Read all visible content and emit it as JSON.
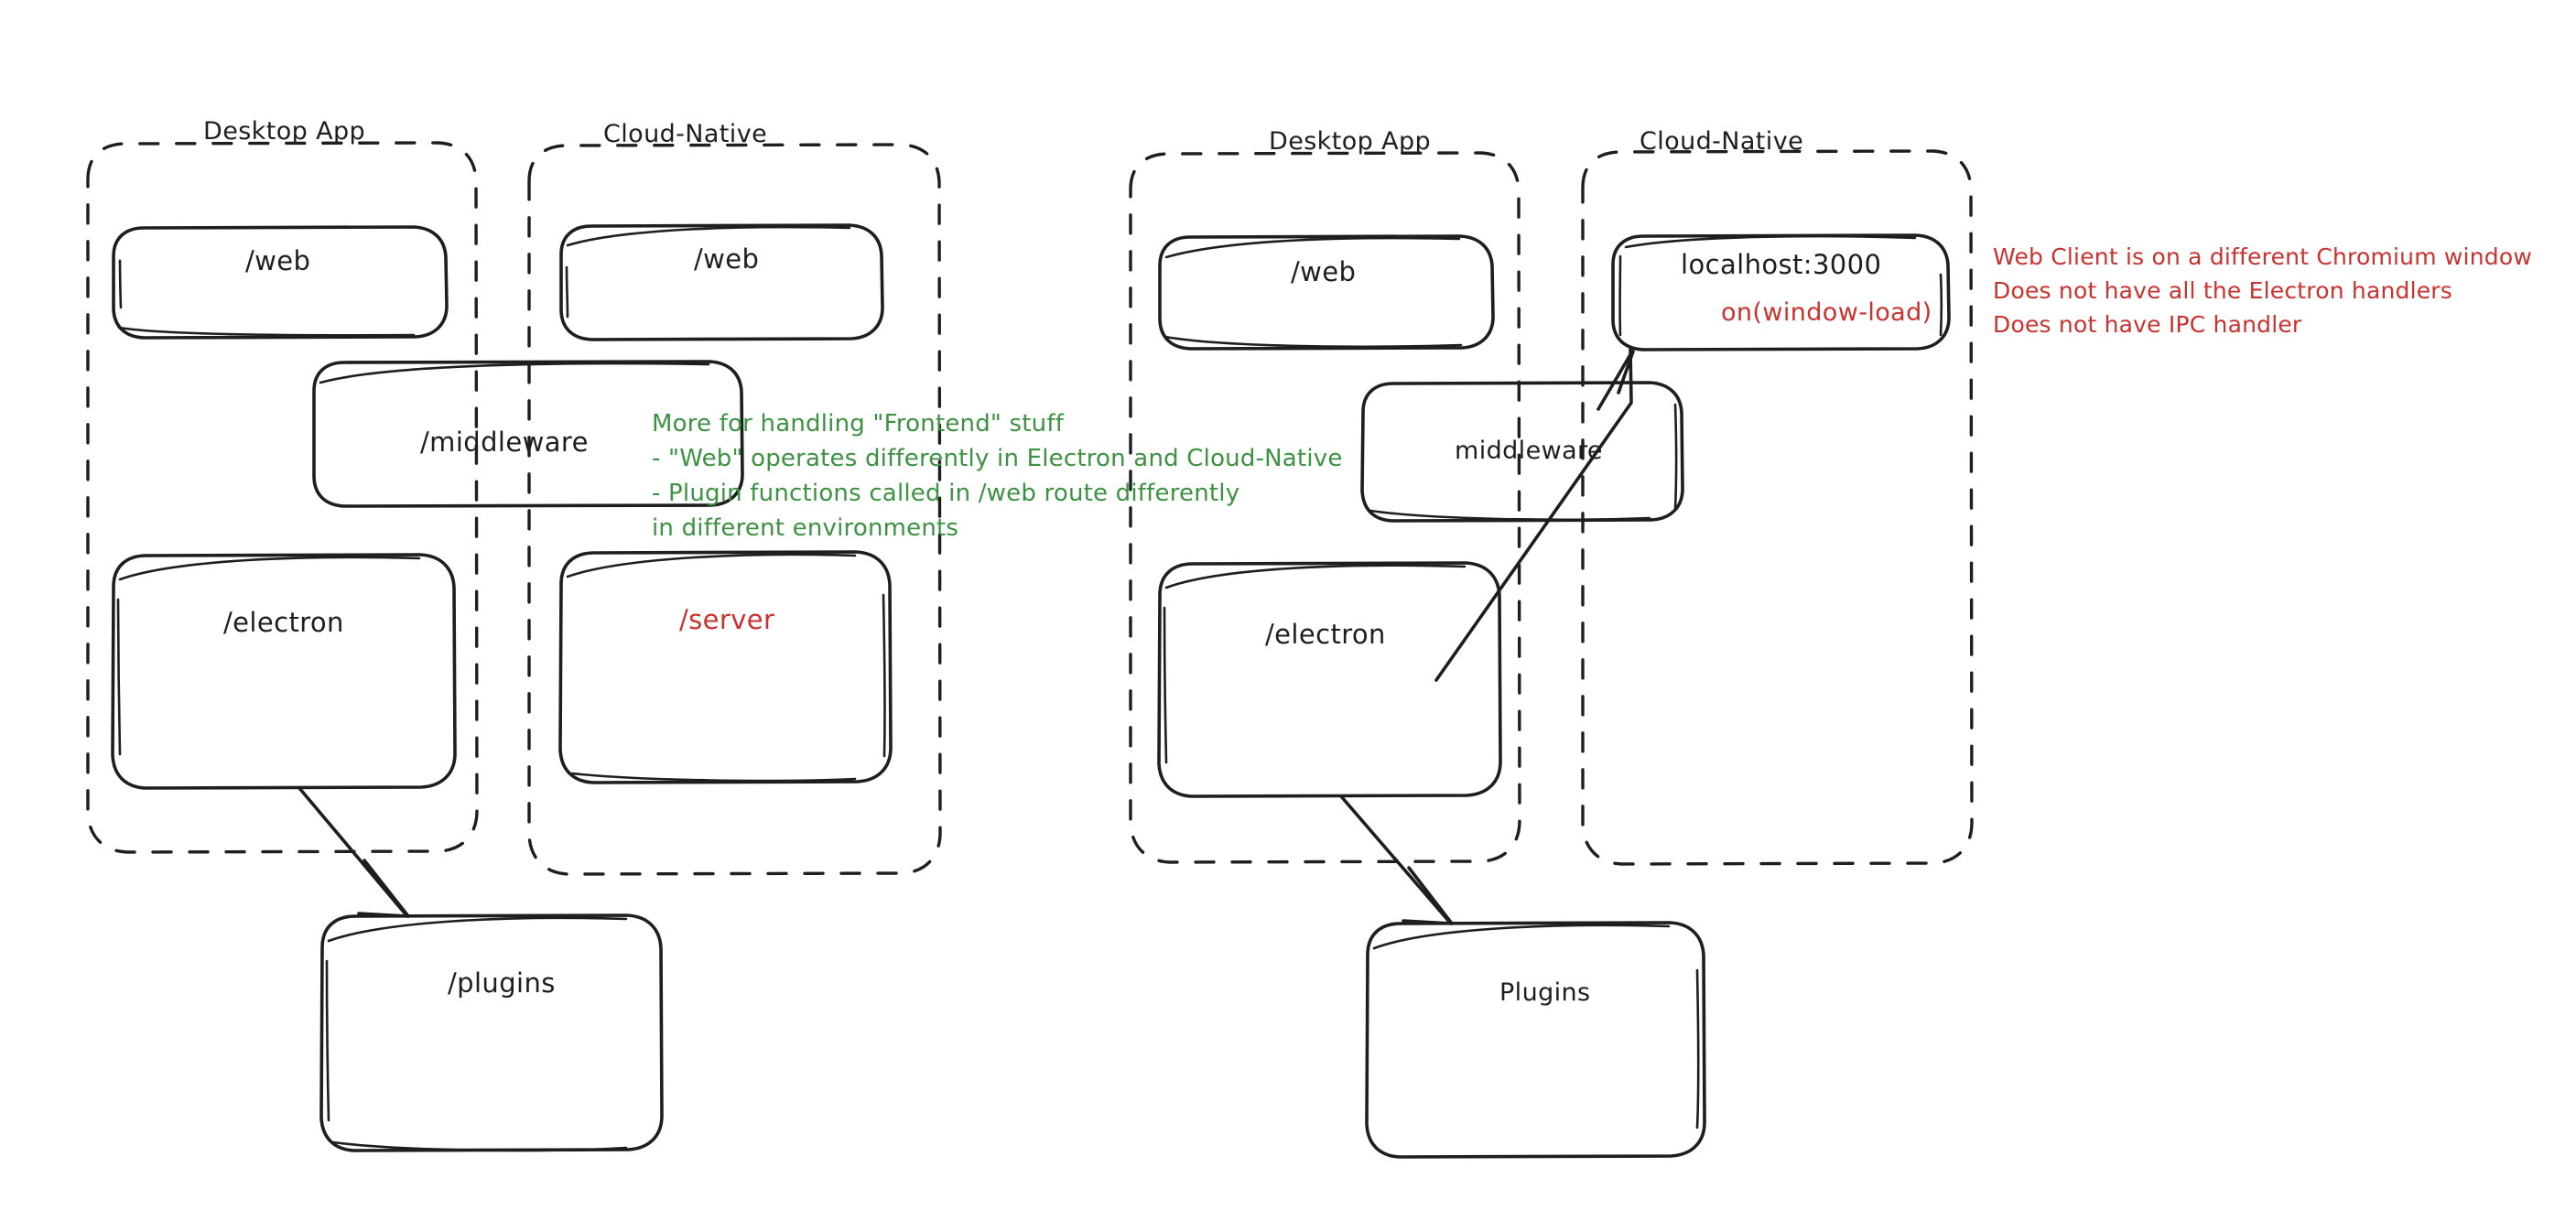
{
  "diagram": {
    "type": "architecture-sketch",
    "style": "hand-drawn",
    "colors": {
      "stroke": "#1e1e1e",
      "green_note": "#3d9142",
      "red_note": "#c9322e",
      "background": "#ffffff"
    },
    "left_diagram": {
      "groups": [
        {
          "name": "desktop-app",
          "title": "Desktop App",
          "boxes": [
            {
              "name": "web-route",
              "label": "/web"
            },
            {
              "name": "electron-route",
              "label": "/electron"
            }
          ]
        },
        {
          "name": "cloud-native",
          "title": "Cloud-Native",
          "boxes": [
            {
              "name": "web-route",
              "label": "/web"
            },
            {
              "name": "server-route",
              "label": "/server",
              "color": "#c9322e"
            }
          ]
        }
      ],
      "shared_boxes": [
        {
          "name": "middleware-route",
          "label": "/middleware"
        },
        {
          "name": "plugins-route",
          "label": "/plugins"
        }
      ],
      "note": {
        "name": "frontend-note",
        "color": "#3d9142",
        "lines": [
          "More for handling \"Frontend\" stuff",
          "- \"Web\" operates differently in Electron and Cloud-Native",
          "- Plugin functions called in /web route differently",
          "in different environments"
        ]
      },
      "arrows": [
        {
          "name": "electron-to-plugins-arrow",
          "from": "electron-route",
          "to": "plugins-route"
        }
      ]
    },
    "right_diagram": {
      "groups": [
        {
          "name": "desktop-app",
          "title": "Desktop App",
          "boxes": [
            {
              "name": "web-route",
              "label": "/web"
            },
            {
              "name": "electron-route",
              "label": "/electron"
            }
          ]
        },
        {
          "name": "cloud-native",
          "title": "Cloud-Native",
          "boxes": [
            {
              "name": "localhost-box",
              "label": "localhost:3000",
              "sub_label": "on(window-load)",
              "sub_color": "#c9322e"
            }
          ]
        }
      ],
      "shared_boxes": [
        {
          "name": "middleware-box",
          "label": "middleware"
        },
        {
          "name": "plugins-box",
          "label": "Plugins"
        }
      ],
      "note": {
        "name": "web-client-note",
        "color": "#c9322e",
        "lines": [
          "Web Client is on a different Chromium window",
          "Does not have all the Electron handlers",
          "Does not have IPC handler"
        ]
      },
      "arrows": [
        {
          "name": "electron-to-localhost-arrow",
          "from": "electron-route",
          "to": "localhost-box"
        },
        {
          "name": "electron-to-plugins-arrow",
          "from": "electron-route",
          "to": "plugins-box"
        }
      ]
    }
  }
}
